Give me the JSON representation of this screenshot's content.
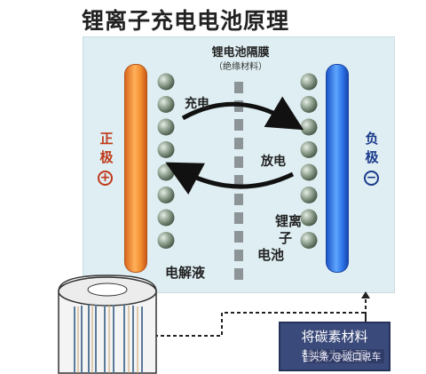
{
  "title": "锂离子充电电池原理",
  "membrane": {
    "label": "锂电池隔膜",
    "sublabel": "（绝缘材料）"
  },
  "electrodes": {
    "positive": {
      "label_chars": [
        "正",
        "极"
      ],
      "sign": "+"
    },
    "negative": {
      "label_chars": [
        "负",
        "极"
      ],
      "sign": "−"
    }
  },
  "arrows": {
    "charge_label": "充电",
    "discharge_label": "放电"
  },
  "electrolyte_label": "电解液",
  "cell_label": {
    "line1": "锂离",
    "line2": "子",
    "line3": "电池"
  },
  "callout": {
    "line1": "将碳素材料",
    "line2": "替换为硅酮"
  },
  "watermark": "头条 @谈口说车",
  "colors": {
    "positive": "#f08a2c",
    "negative": "#2d74e6",
    "panel": "#dfeef2",
    "ion": "#8a9a8a"
  }
}
